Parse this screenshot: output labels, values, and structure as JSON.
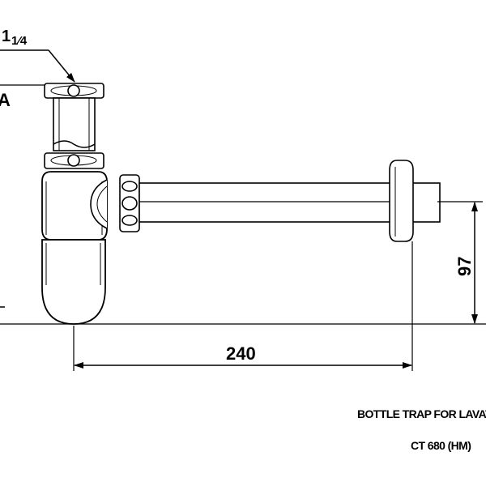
{
  "annotations": {
    "thread_size_whole": "1",
    "thread_size_fraction": "1⁄4",
    "left_marker": "A"
  },
  "dimensions": {
    "length_mm": "240",
    "height_mm": "97"
  },
  "caption": {
    "title": "BOTTLE TRAP FOR LAVAT",
    "model": "CT 680 (HM)"
  }
}
